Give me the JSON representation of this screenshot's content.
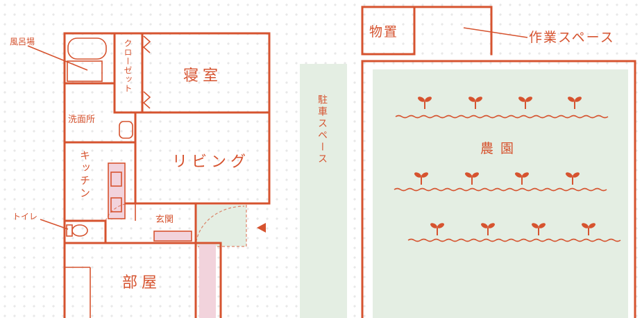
{
  "labels": {
    "bath": "風呂場",
    "closet": "クローゼット",
    "bedroom": "寝室",
    "washroom": "洗面所",
    "kitchen": "キッチン",
    "living": "リビング",
    "entrance": "玄関",
    "toilet": "トイレ",
    "room": "部屋",
    "parking": "駐車スペース",
    "storage": "物置",
    "workspace": "作業スペース",
    "farm": "農園"
  },
  "colors": {
    "line": "#d6532f",
    "green": "#e4eee3",
    "pink": "#f2d3dc"
  },
  "icons": {
    "crop": "sprout-icon",
    "entry": "entry-arrow-icon",
    "bathtub": "bathtub-icon",
    "toilet": "toilet-icon",
    "sink": "sink-icon"
  }
}
